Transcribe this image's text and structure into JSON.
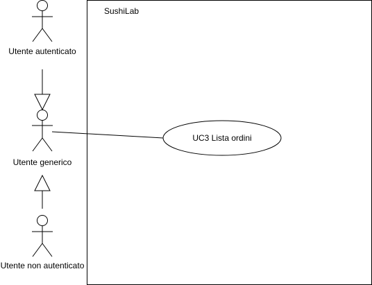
{
  "system": {
    "name": "SushiLab"
  },
  "actors": [
    {
      "label": "Utente autenticato"
    },
    {
      "label": "Utente generico"
    },
    {
      "label": "Utente non autenticato"
    }
  ],
  "use_cases": [
    {
      "label": "UC3 Lista ordini"
    }
  ],
  "colors": {
    "stroke": "#000000",
    "fill": "#ffffff",
    "text": "#000000"
  }
}
